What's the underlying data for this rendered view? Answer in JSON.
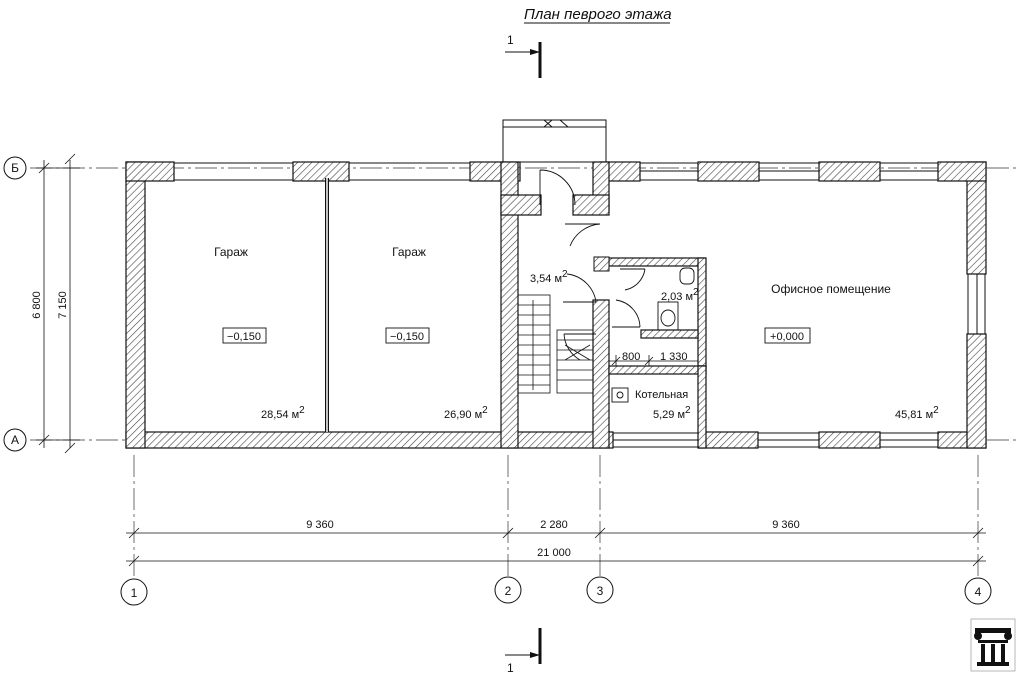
{
  "title": "План певрого этажа",
  "section_mark": "1",
  "axes": {
    "a": "А",
    "b": "Б",
    "n1": "1",
    "n2": "2",
    "n3": "3",
    "n4": "4"
  },
  "rooms": {
    "garage1": {
      "name": "Гараж",
      "area": "28,54",
      "level": "−0,150"
    },
    "garage2": {
      "name": "Гараж",
      "area": "26,90",
      "level": "−0,150"
    },
    "stair": {
      "area": "3,54"
    },
    "wc": {
      "area": "2,03"
    },
    "boiler": {
      "name": "Котельная",
      "area": "5,29"
    },
    "office": {
      "name": "Офисное помещение",
      "area": "45,81",
      "level": "+0,000"
    }
  },
  "area_unit": "м",
  "area_power": "2",
  "dims": {
    "d9360a": "9 360",
    "d2280": "2 280",
    "d9360b": "9 360",
    "total": "21 000",
    "v6800": "6 800",
    "v7150": "7 150",
    "d800": "800",
    "d1330": "1 330"
  },
  "colors": {
    "line": "#1a1a1a",
    "hatch": "#555555"
  }
}
